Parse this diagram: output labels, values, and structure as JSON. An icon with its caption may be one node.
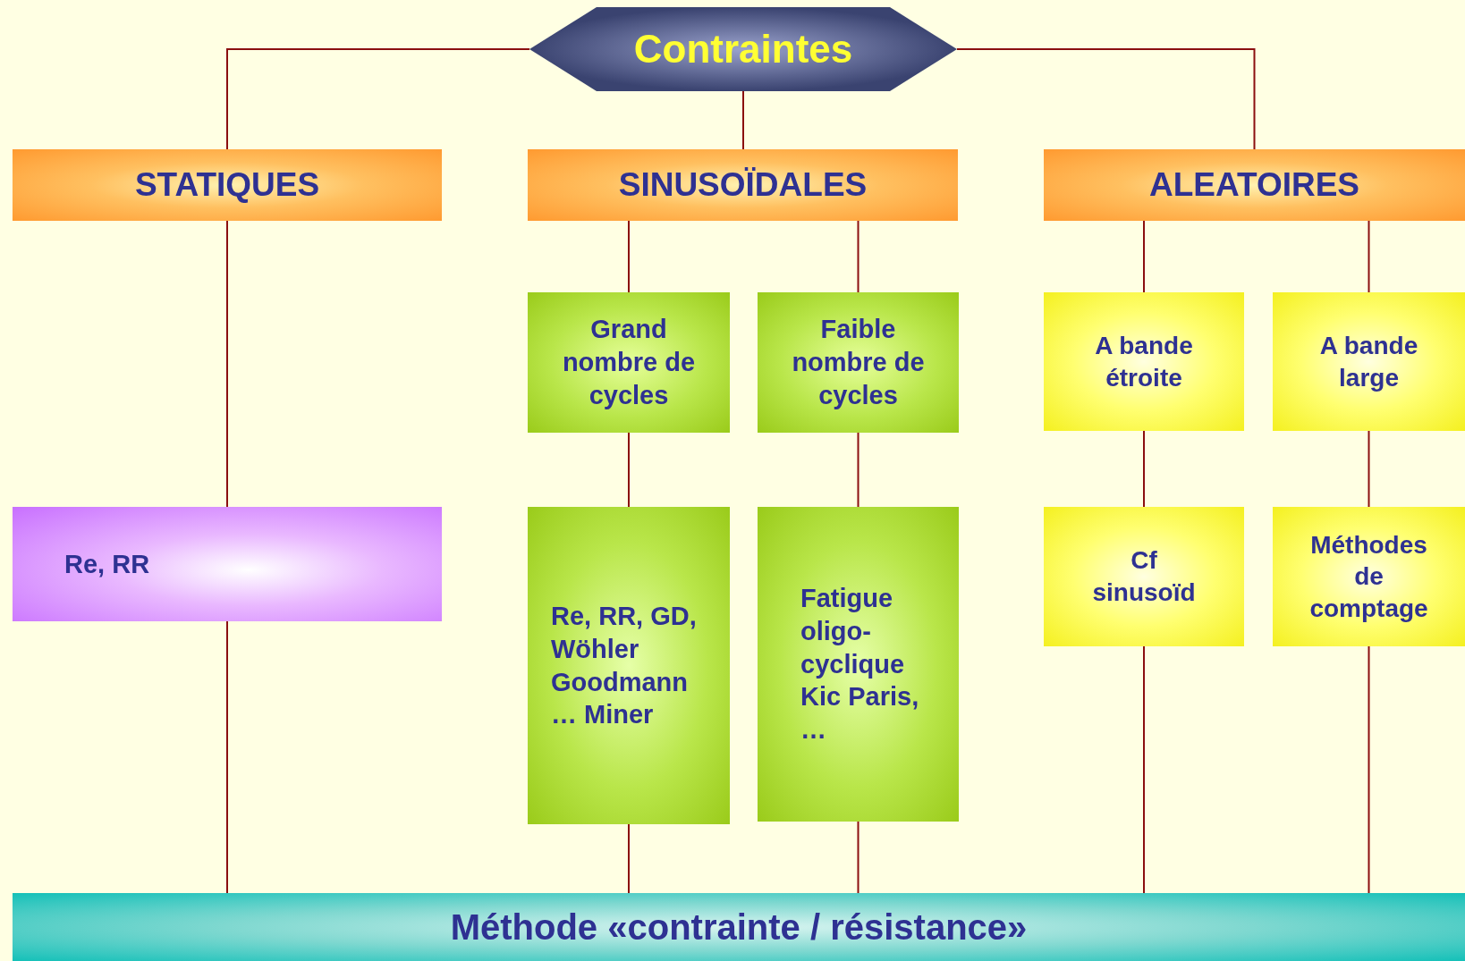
{
  "diagram": {
    "nodes": [
      {
        "text": [
          "Contraintes"
        ]
      },
      {
        "text": [
          "STATIQUES"
        ]
      },
      {
        "text": [
          "SINUSOÏDALES"
        ]
      },
      {
        "text": [
          "ALEATOIRES"
        ]
      },
      {
        "text": [
          "Grand nombre de cycles"
        ]
      },
      {
        "text": [
          "Faible nombre de cycles"
        ]
      },
      {
        "text": [
          "A bande étroite"
        ]
      },
      {
        "text": [
          "A bande large"
        ]
      },
      {
        "text": [
          "Re, RR"
        ]
      },
      {
        "text": [
          "Re, RR, GD, Wöhler Goodmann … Miner"
        ]
      },
      {
        "text": [
          "Fatigue oligo-cyclique Kic Paris, …"
        ]
      },
      {
        "text": [
          "Cf sinusoïd"
        ]
      },
      {
        "text": [
          "Méthodes de comptage"
        ]
      },
      {
        "text": [
          "Méthode «contrainte / résistance»"
        ]
      }
    ],
    "edges": [
      {
        "from": 0,
        "to": 1,
        "arrow": "none"
      },
      {
        "from": 0,
        "to": 2,
        "arrow": "none"
      },
      {
        "from": 0,
        "to": 3,
        "arrow": "none"
      },
      {
        "from": 2,
        "to": 4,
        "arrow": "none"
      },
      {
        "from": 2,
        "to": 5,
        "arrow": "none"
      },
      {
        "from": 3,
        "to": 6,
        "arrow": "none"
      },
      {
        "from": 3,
        "to": 7,
        "arrow": "none"
      },
      {
        "from": 1,
        "to": 8,
        "arrow": "none"
      },
      {
        "from": 4,
        "to": 9,
        "arrow": "none"
      },
      {
        "from": 5,
        "to": 10,
        "arrow": "none"
      },
      {
        "from": 6,
        "to": 11,
        "arrow": "none"
      },
      {
        "from": 7,
        "to": 12,
        "arrow": "none"
      },
      {
        "from": 8,
        "to": 13,
        "arrow": "none"
      },
      {
        "from": 9,
        "to": 13,
        "arrow": "none"
      },
      {
        "from": 10,
        "to": 13,
        "arrow": "none"
      },
      {
        "from": 11,
        "to": 13,
        "arrow": "none"
      },
      {
        "from": 12,
        "to": 13,
        "arrow": "none"
      }
    ]
  }
}
